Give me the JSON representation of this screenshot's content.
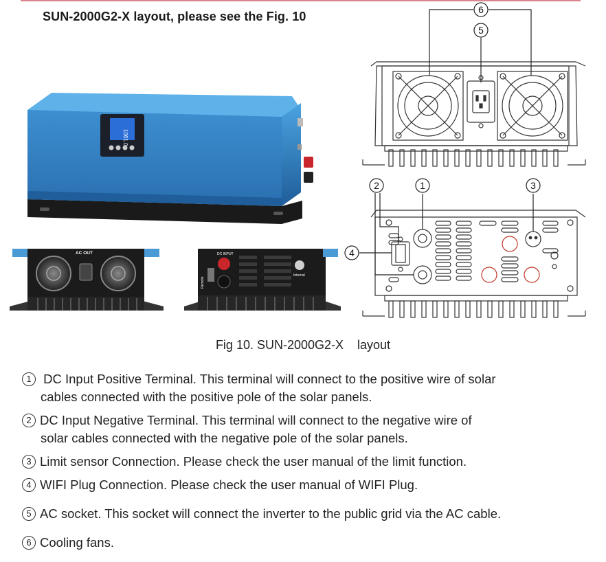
{
  "heading": "SUN-2000G2-X  layout, please see the Fig. 10",
  "display_text": "1061.0",
  "photo_labels": {
    "ac_out": "AC OUT",
    "dc_input": "DC INPUT",
    "remote": "Remote",
    "internal": "Internal"
  },
  "callouts": [
    "1",
    "2",
    "3",
    "4",
    "5",
    "6"
  ],
  "caption": "Fig 10. SUN-2000G2-X    layout",
  "items": [
    {
      "num": "1",
      "line1": " DC Input Positive Terminal. This terminal will connect to the positive wire of solar",
      "line2": "cables connected with the positive pole of the solar panels."
    },
    {
      "num": "2",
      "line1": "DC Input Negative Terminal. This terminal will connect to the negative wire of",
      "line2": "solar cables connected with the negative pole of the solar panels."
    },
    {
      "num": "3",
      "line1": "Limit sensor Connection. Please check the user manual of the limit function."
    },
    {
      "num": "4",
      "line1": "WIFI Plug Connection. Please check the user manual of WIFI Plug."
    },
    {
      "num": "5",
      "line1": "AC socket. This socket will connect the inverter to the public grid via the AC cable."
    },
    {
      "num": "6",
      "line1": "Cooling fans."
    }
  ]
}
